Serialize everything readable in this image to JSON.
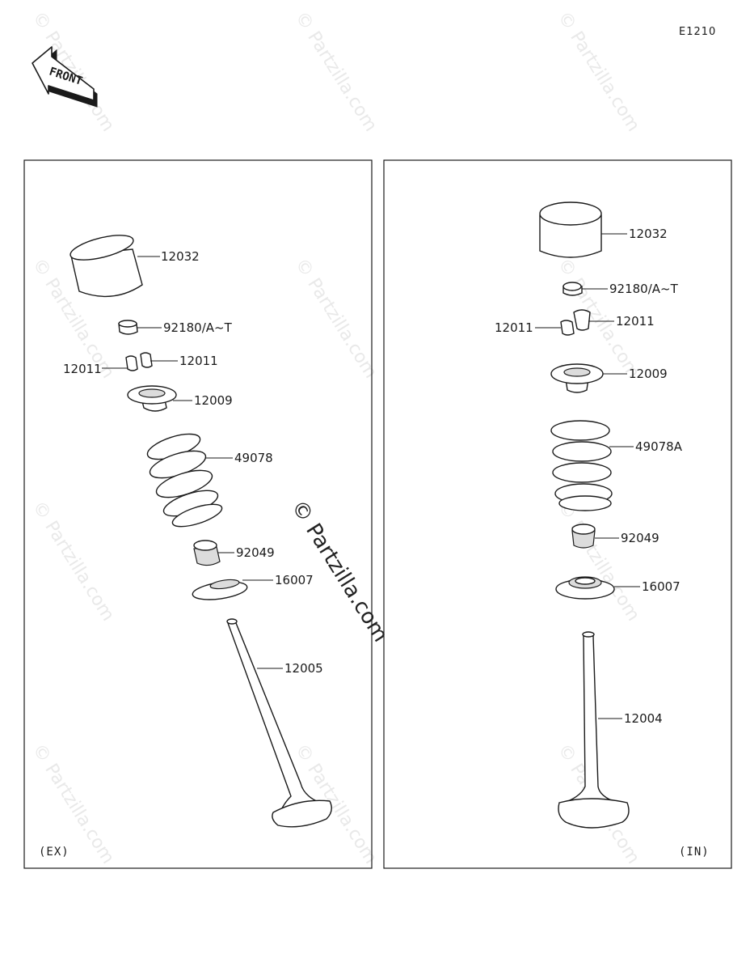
{
  "diagram_code": "E1210",
  "front_label": "FRONT",
  "watermark": "© Partzilla.com",
  "panels": {
    "exhaust": {
      "label": "(EX)",
      "parts": {
        "tappet": "12032",
        "shim": "92180/A~T",
        "cotter_right": "12011",
        "cotter_left": "12011",
        "retainer": "12009",
        "spring": "49078",
        "guide": "92049",
        "seal_seat": "16007",
        "valve": "12005"
      }
    },
    "intake": {
      "label": "(IN)",
      "parts": {
        "tappet": "12032",
        "shim": "92180/A~T",
        "cotter_right": "12011",
        "cotter_left": "12011",
        "retainer": "12009",
        "spring": "49078A",
        "guide": "92049",
        "seal_seat": "16007",
        "valve": "12004"
      }
    }
  }
}
